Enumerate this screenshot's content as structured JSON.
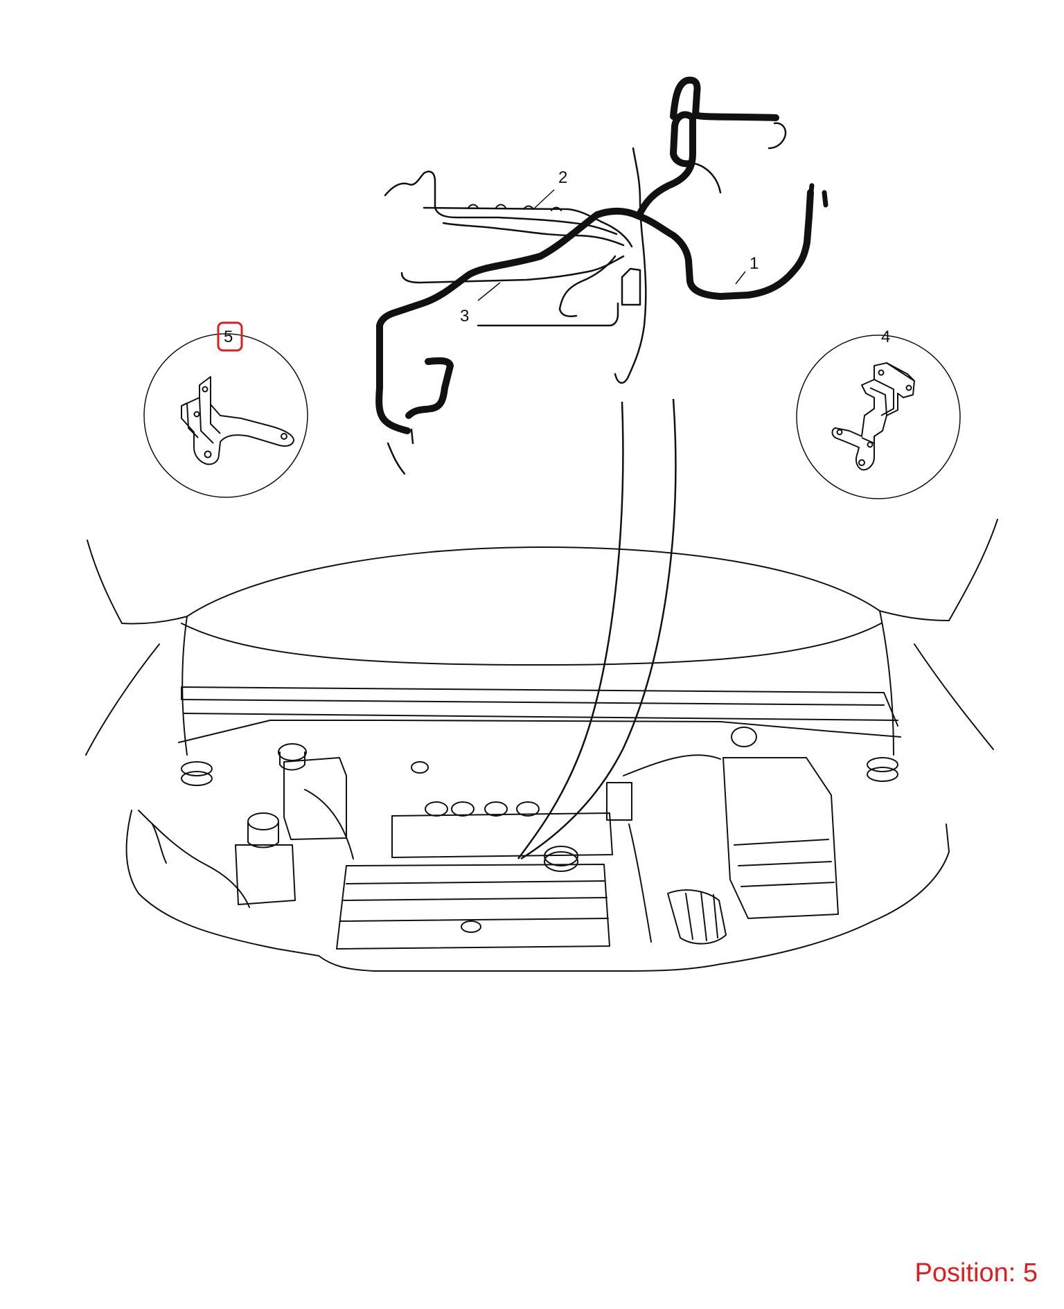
{
  "callouts": {
    "c1": "1",
    "c2": "2",
    "c3": "3",
    "c4": "4",
    "c5": "5"
  },
  "selected_callout": "5",
  "position": {
    "label": "Position:",
    "value": "5"
  },
  "colors": {
    "line": "#111111",
    "highlight": "#e31b1b",
    "background": "#ffffff"
  }
}
